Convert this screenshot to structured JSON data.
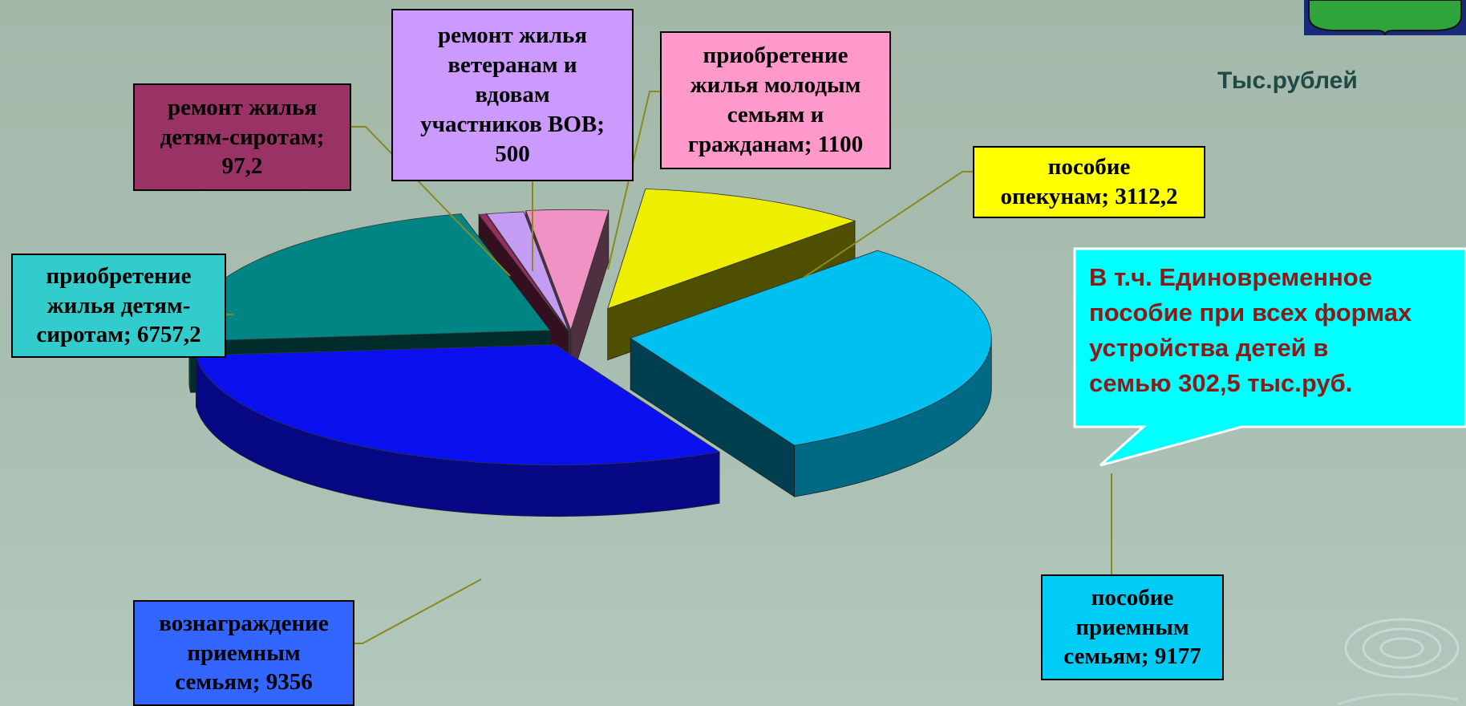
{
  "unit_label": "Тыс.рублей",
  "callout_note": "В т.ч. Единовременное\nпособие при всех формах\nустройства детей в\nсемью 302,5 тыс.руб.",
  "chart_data": {
    "type": "pie",
    "style": "3d-exploded",
    "title": "",
    "categories": [
      "пособие опекунам",
      "пособие приемным семьям",
      "вознаграждение приемным семьям",
      "приобретение жилья детям-сиротам",
      "ремонт жилья детям-сиротам",
      "ремонт жилья ветеранам и вдовам участников ВОВ",
      "приобретение жилья молодым семьям и гражданам"
    ],
    "values": [
      3112.2,
      9177,
      9356,
      6757.2,
      97.2,
      500,
      1100
    ],
    "value_labels": [
      "3112,2",
      "9177",
      "9356",
      "6757,2",
      "97,2",
      "500",
      "1100"
    ],
    "label_texts": [
      "пособие\nопекунам; 3112,2",
      "пособие\nприемным\nсемьям; 9177",
      "вознаграждение\nприемным\nсемьям; 9356",
      "приобретение\nжилья детям-\nсиротам; 6757,2",
      "ремонт жилья\nдетям-сиротам;\n97,2",
      "ремонт жилья\nветеранам и\nвдовам\nучастников ВОВ;\n500",
      "приобретение\nжилья молодым\nсемьям и\nгражданам; 1100"
    ],
    "colors": [
      "#eeee00",
      "#00c0f0",
      "#0a10ee",
      "#008585",
      "#9a2c60",
      "#c49cf4",
      "#f092c4"
    ],
    "label_colors": [
      "#ffff00",
      "#00ccf5",
      "#3366ff",
      "#33cccc",
      "#993366",
      "#cc99ff",
      "#ff99cc"
    ],
    "legend": "none"
  }
}
